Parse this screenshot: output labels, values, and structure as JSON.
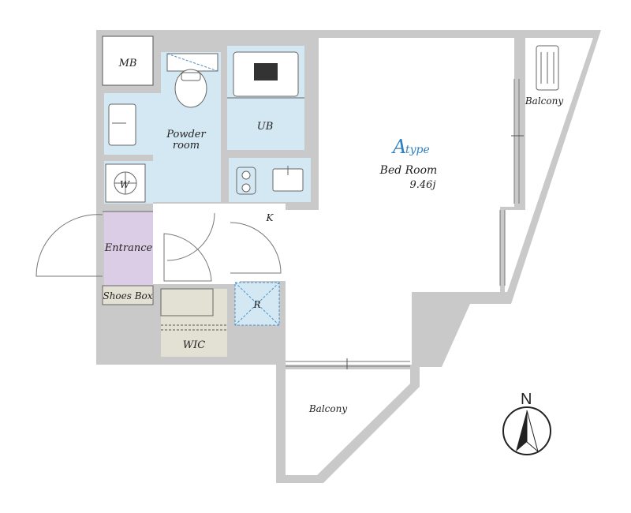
{
  "rooms": {
    "mb": "MB",
    "powder_room_line1": "Powder",
    "powder_room_line2": "room",
    "ub": "UB",
    "washer": "W",
    "kitchen": "K",
    "entrance": "Entrance",
    "shoes_box": "Shoes Box",
    "wic": "WIC",
    "refrigerator": "R",
    "bed_room": "Bed Room",
    "bed_room_size": "9.46j",
    "balcony_east": "Balcony",
    "balcony_south": "Balcony"
  },
  "unit_type": {
    "letter": "A",
    "suffix": "type"
  },
  "compass": {
    "label": "N",
    "icon": "north-arrow-icon"
  },
  "colors": {
    "wall": "#c9c9c9",
    "wet_area": "#d4e8f4",
    "entrance": "#dccde6",
    "storage": "#e3e1d3",
    "type_letter": "#2e7fbf"
  }
}
